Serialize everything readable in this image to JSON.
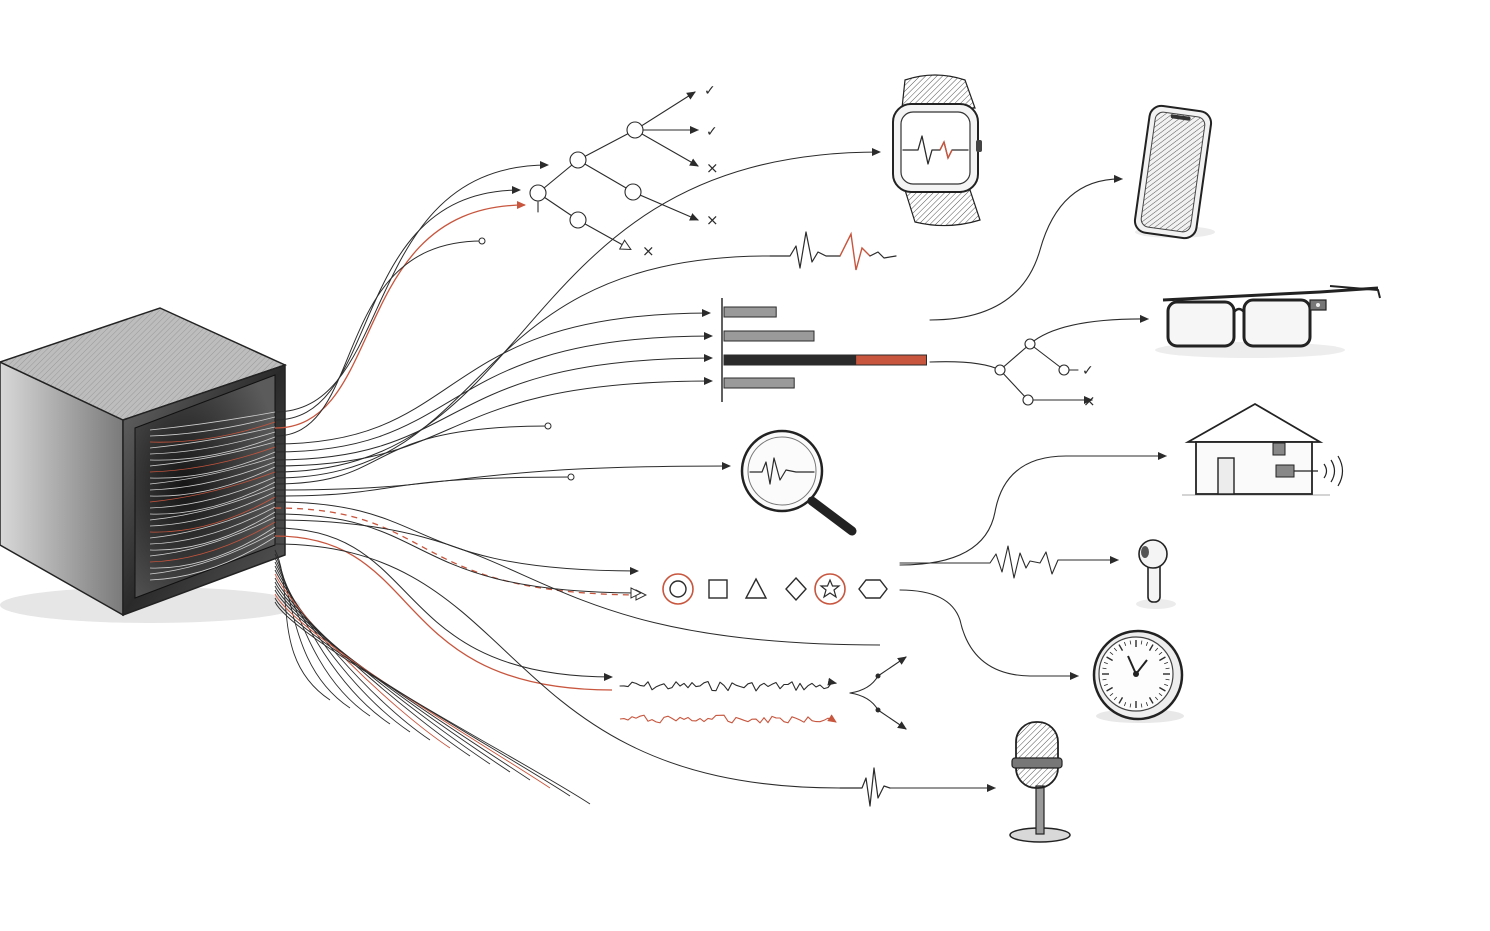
{
  "palette": {
    "ink": "#2b2b2b",
    "accent": "#c8553d",
    "background": "#ffffff",
    "bar_fill": "#9a9a9a"
  },
  "diagram": {
    "source": "open-cube-box",
    "outputs": [
      "decision-tree",
      "smartwatch",
      "waveform",
      "bar-chart",
      "magnifier",
      "shape-sequence",
      "noisy-signals",
      "microphone",
      "smartphone",
      "smart-glasses",
      "smart-home",
      "earbud",
      "gauge"
    ],
    "bar_chart": {
      "values": [
        0.58,
        1.0,
        2.25,
        0.78
      ],
      "highlight_index": 2,
      "highlight_split": 0.65
    },
    "shape_sequence": [
      "circle",
      "square",
      "triangle",
      "diamond",
      "star",
      "hexagon"
    ],
    "shape_highlight": [
      "circle",
      "star"
    ],
    "marks": {
      "check": "✓",
      "cross": "×"
    }
  }
}
